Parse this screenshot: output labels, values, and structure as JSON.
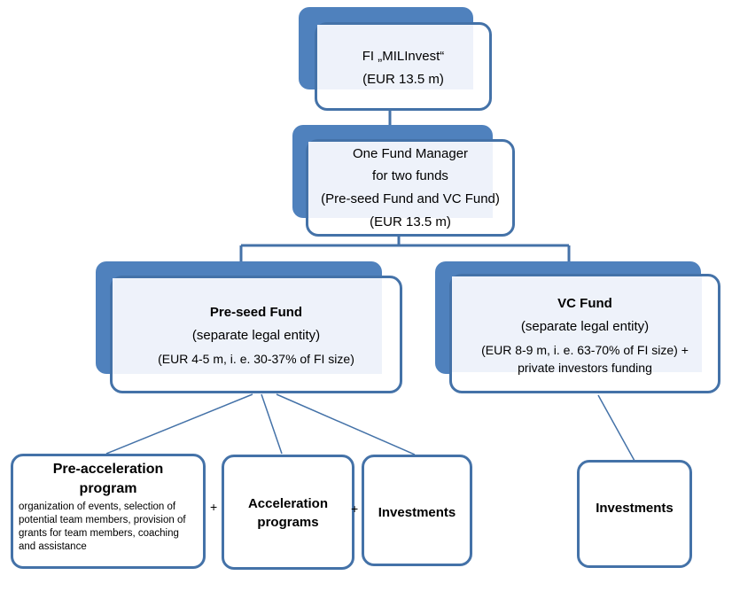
{
  "colors": {
    "shadow_fill": "#4f81bd",
    "box_border": "#4472a8",
    "box_inner": "#eef2fa",
    "connector": "#4472a8"
  },
  "top_box": {
    "line1": "FI „MILInvest“",
    "line2": "(EUR 13.5 m)"
  },
  "manager_box": {
    "line1": "One Fund Manager",
    "line2": "for two funds",
    "line3": "(Pre-seed Fund and VC Fund)",
    "line4": "(EUR 13.5 m)"
  },
  "preseed_box": {
    "title": "Pre-seed Fund",
    "line2": "(separate legal entity)",
    "line3": "(EUR 4-5 m, i. e. 30-37% of FI size)"
  },
  "vc_box": {
    "title": "VC Fund",
    "line2": "(separate legal entity)",
    "line3": "(EUR 8-9 m, i. e. 63-70% of FI size) +",
    "line4": "private investors funding"
  },
  "preacceleration_box": {
    "title_line1": "Pre-acceleration",
    "title_line2": "program",
    "description": "organization of events, selection of potential team members, provision of grants for team members, coaching and assistance"
  },
  "acceleration_box": {
    "line1": "Acceleration",
    "line2": "programs"
  },
  "preseed_investments_box": {
    "label": "Investments"
  },
  "vc_investments_box": {
    "label": "Investments"
  },
  "plus_signs": [
    "+",
    "+"
  ]
}
